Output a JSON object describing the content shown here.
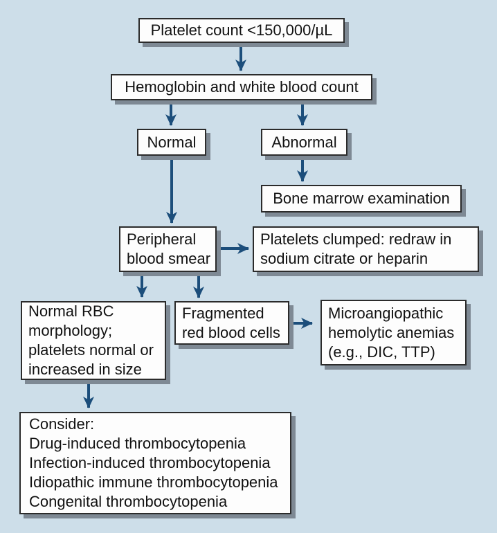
{
  "diagram": {
    "title": "Thrombocytopenia evaluation flowchart",
    "colors": {
      "background": "#cddee9",
      "box_fill": "#fdfdfd",
      "box_border": "#2b2b2b",
      "box_shadow": "#7e8994",
      "arrow": "#1c4e7b",
      "text": "#111111"
    },
    "nodes": {
      "platelet_count": {
        "text": "Platelet count <150,000/µL"
      },
      "hgb_wbc": {
        "text": "Hemoglobin and white blood count"
      },
      "normal": {
        "text": "Normal"
      },
      "abnormal": {
        "text": "Abnormal"
      },
      "bone_marrow": {
        "text": "Bone marrow examination"
      },
      "peripheral_smear": {
        "text": "Peripheral\nblood smear"
      },
      "platelets_clumped": {
        "text": "Platelets clumped: redraw in\nsodium citrate or heparin"
      },
      "normal_rbc": {
        "text": "Normal RBC\nmorphology;\nplatelets normal or\nincreased in size"
      },
      "fragmented_rbc": {
        "text": "Fragmented\nred blood cells"
      },
      "microangiopathic": {
        "text": "Microangiopathic\nhemolytic anemias\n(e.g., DIC, TTP)"
      },
      "consider": {
        "text": "Consider:\nDrug-induced thrombocytopenia\nInfection-induced thrombocytopenia\nIdiopathic immune thrombocytopenia\nCongenital thrombocytopenia"
      }
    },
    "edges": [
      {
        "from": "platelet_count",
        "to": "hgb_wbc"
      },
      {
        "from": "hgb_wbc",
        "to": "normal"
      },
      {
        "from": "hgb_wbc",
        "to": "abnormal"
      },
      {
        "from": "abnormal",
        "to": "bone_marrow"
      },
      {
        "from": "normal",
        "to": "peripheral_smear"
      },
      {
        "from": "peripheral_smear",
        "to": "platelets_clumped"
      },
      {
        "from": "peripheral_smear",
        "to": "normal_rbc"
      },
      {
        "from": "peripheral_smear",
        "to": "fragmented_rbc"
      },
      {
        "from": "fragmented_rbc",
        "to": "microangiopathic"
      },
      {
        "from": "normal_rbc",
        "to": "consider"
      }
    ]
  }
}
